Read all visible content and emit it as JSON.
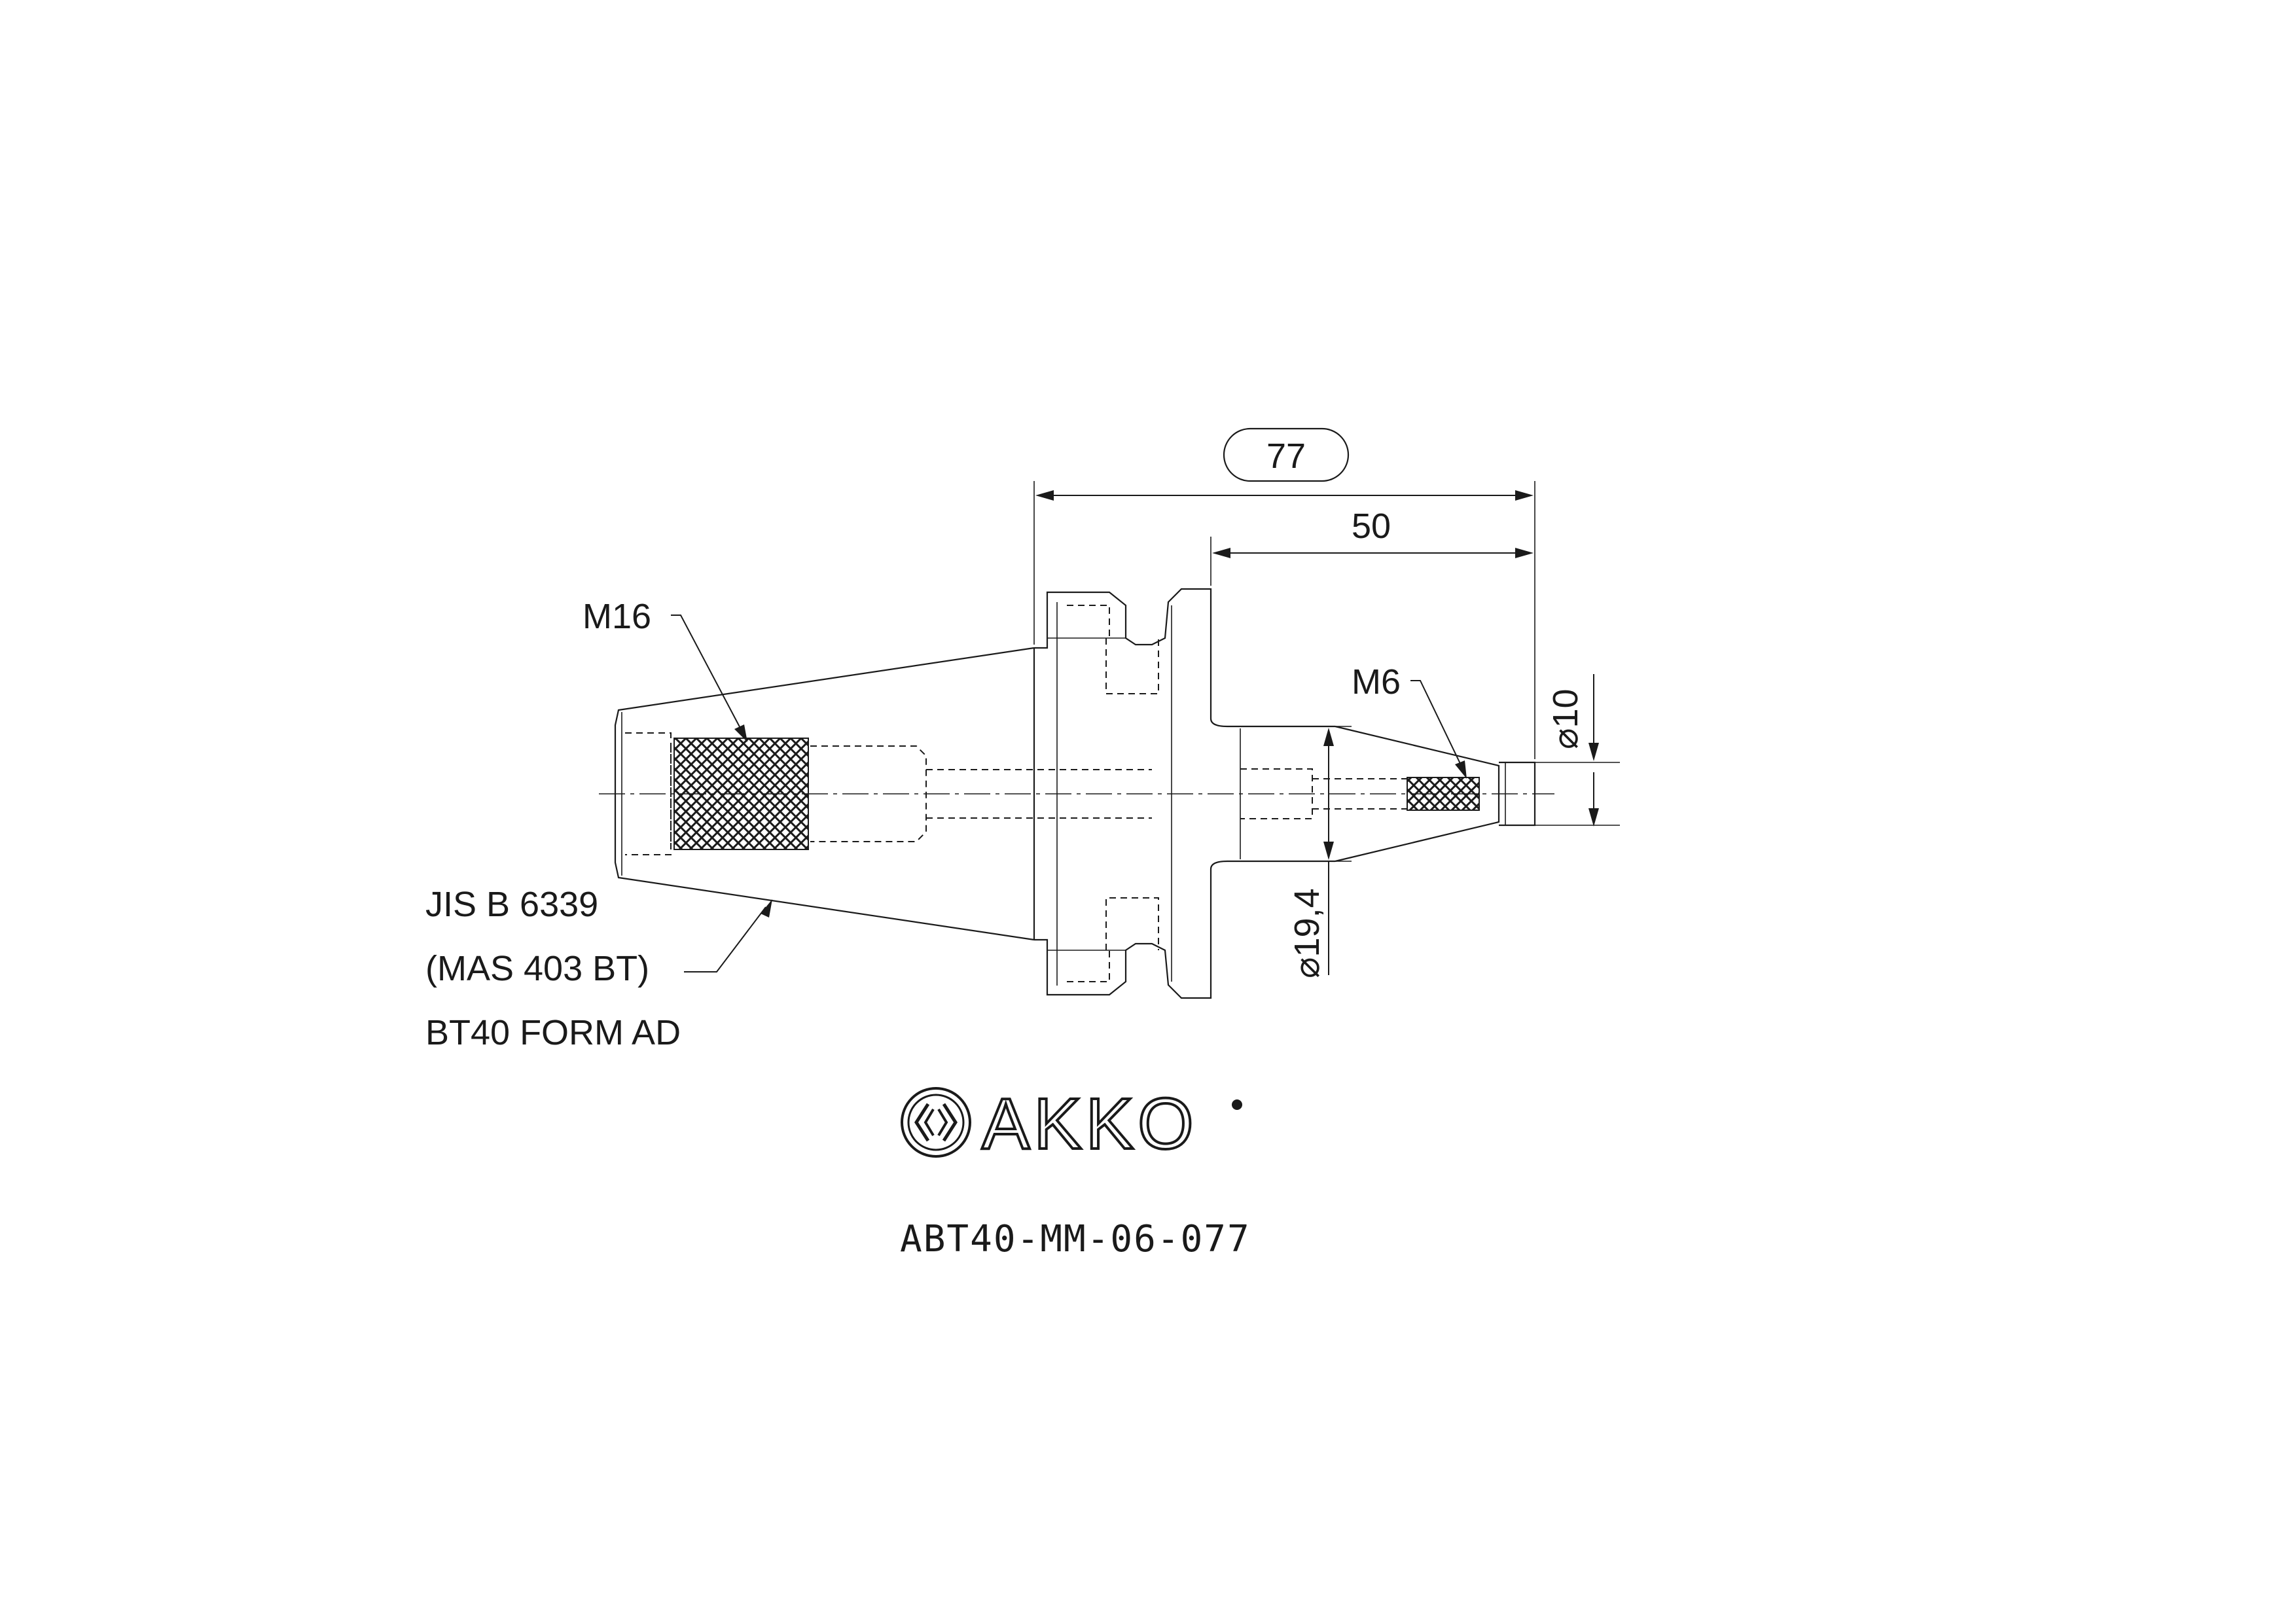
{
  "dimensions": {
    "overall_length": "77",
    "projection_length": "50",
    "tip_diameter": "⌀10",
    "nose_diameter": "⌀19,4"
  },
  "threads": {
    "rear": "M16",
    "front": "M6"
  },
  "standard_note": {
    "line1": "JIS B 6339",
    "line2": "(MAS 403 BT)",
    "line3": "BT40 FORM AD"
  },
  "brand": {
    "name": "AKKO"
  },
  "part_code": "ABT40-MM-06-077",
  "icons": {
    "logo": "akko-emblem-icon"
  }
}
